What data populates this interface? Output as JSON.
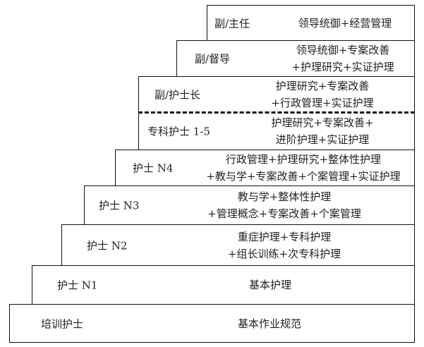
{
  "levels": [
    {
      "level": "副/主任",
      "competencies": [
        "领导统御+经营管理"
      ]
    },
    {
      "level": "副/督导",
      "competencies": [
        "领导统御+专案改善",
        "+护理研究+实证护理"
      ]
    },
    {
      "level": "副/护士长",
      "competencies": [
        "护理研究+专案改善",
        "+行政管理+实证护理"
      ]
    },
    {
      "level": "专科护士 1-5",
      "competencies": [
        "护理研究+专案改善+",
        "进阶护理+实证护理"
      ]
    },
    {
      "level": "护士 N4",
      "competencies": [
        "行政管理+护理研究+整体性护理",
        "+教与学+专案改善+个案管理+实证护理"
      ]
    },
    {
      "level": "护士 N3",
      "competencies": [
        "教与学+整体性护理",
        "+管理概念+专案改善+个案管理"
      ]
    },
    {
      "level": "护士 N2",
      "competencies": [
        "重症护理+专科护理",
        "+组长训练+次专科护理"
      ]
    },
    {
      "level": "护士 N1",
      "competencies": [
        "基本护理"
      ]
    },
    {
      "level": "培训护士",
      "competencies": [
        "基本作业规范"
      ]
    }
  ]
}
